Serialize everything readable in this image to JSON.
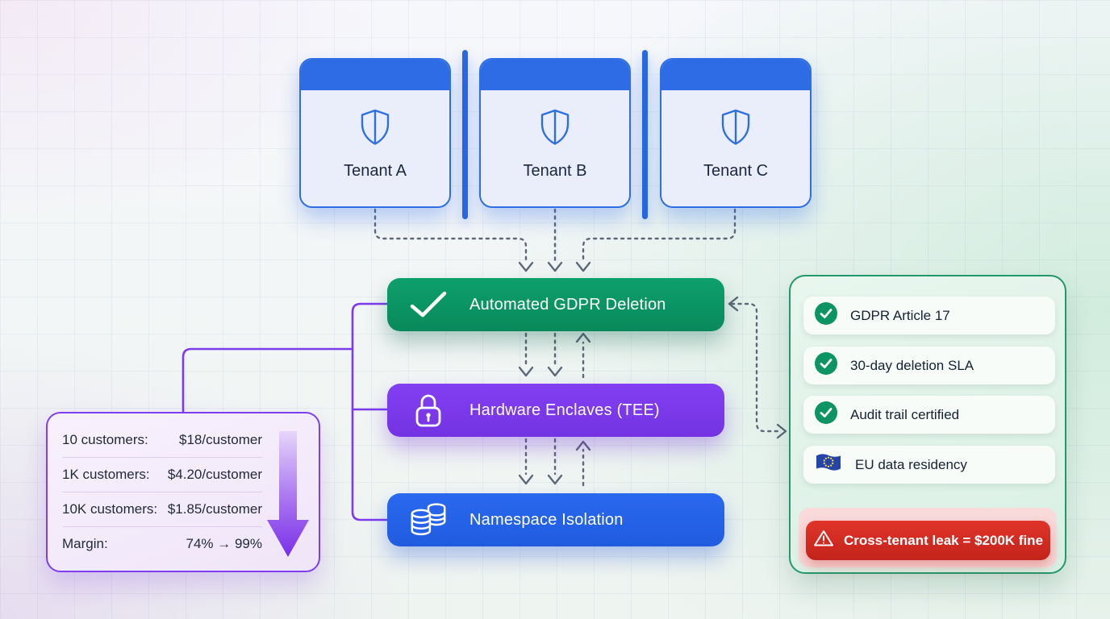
{
  "tenants": [
    {
      "label": "Tenant A",
      "icon": "shield-icon"
    },
    {
      "label": "Tenant B",
      "icon": "shield-icon"
    },
    {
      "label": "Tenant C",
      "icon": "shield-icon"
    }
  ],
  "layers": [
    {
      "label": "Automated GDPR Deletion",
      "icon": "check-icon",
      "color": "#0b9464"
    },
    {
      "label": "Hardware Enclaves (TEE)",
      "icon": "lock-icon",
      "color": "#7c3aed"
    },
    {
      "label": "Namespace Isolation",
      "icon": "database-icon",
      "color": "#2563eb"
    }
  ],
  "pricing": {
    "rows": [
      {
        "label": "10 customers:",
        "value": "$18/customer"
      },
      {
        "label": "1K customers:",
        "value": "$4.20/customer"
      },
      {
        "label": "10K customers:",
        "value": "$1.85/customer"
      },
      {
        "label": "Margin:",
        "value": "74% → 99%"
      }
    ]
  },
  "compliance": {
    "items": [
      {
        "label": "GDPR Article 17",
        "icon": "check-circle-icon"
      },
      {
        "label": "30-day deletion SLA",
        "icon": "check-circle-icon"
      },
      {
        "label": "Audit trail certified",
        "icon": "check-circle-icon"
      },
      {
        "label": "EU data residency",
        "icon": "eu-flag-icon"
      }
    ],
    "warning": {
      "label": "Cross-tenant leak = $200K fine",
      "icon": "warning-triangle-icon"
    }
  },
  "colors": {
    "tenant_blue": "#2d6ce5",
    "gdpr_green": "#0b9464",
    "tee_purple": "#7c3aed",
    "namespace_blue": "#2563eb",
    "warning_red": "#d92b21",
    "panel_border_green": "#23986d",
    "pricing_border_purple": "#7d3ff0",
    "connector_gray": "#5d6878"
  }
}
